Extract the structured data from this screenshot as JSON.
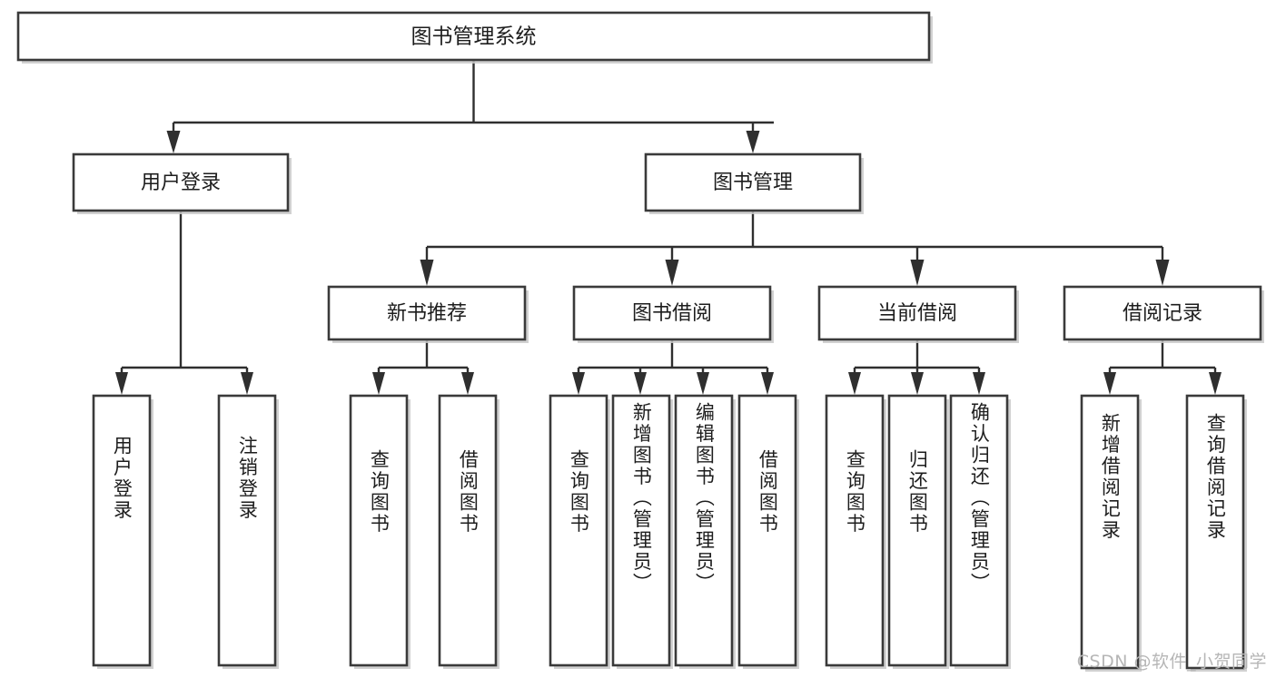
{
  "diagram": {
    "title": "图书管理系统",
    "type": "tree",
    "watermark": "CSDN @软件_小贺同学",
    "colors": {
      "box_stroke": "#3a3a3a",
      "connector": "#2f2f2f",
      "background": "#ffffff",
      "text": "#1d1d1d",
      "watermark": "#b6b6b6"
    },
    "root": {
      "label": "图书管理系统"
    },
    "level2": [
      {
        "label": "用户登录"
      },
      {
        "label": "图书管理"
      }
    ],
    "level3": [
      {
        "label": "新书推荐"
      },
      {
        "label": "图书借阅"
      },
      {
        "label": "当前借阅"
      },
      {
        "label": "借阅记录"
      }
    ],
    "groups": [
      {
        "parent": "用户登录",
        "leaves": [
          {
            "label": "用户登录"
          },
          {
            "label": "注销登录"
          }
        ]
      },
      {
        "parent": "新书推荐",
        "leaves": [
          {
            "label": "查询图书"
          },
          {
            "label": "借阅图书"
          }
        ]
      },
      {
        "parent": "图书借阅",
        "leaves": [
          {
            "label": "查询图书"
          },
          {
            "label": "新增图书（管理员）"
          },
          {
            "label": "编辑图书（管理员）"
          },
          {
            "label": "借阅图书"
          }
        ]
      },
      {
        "parent": "当前借阅",
        "leaves": [
          {
            "label": "查询图书"
          },
          {
            "label": "归还图书"
          },
          {
            "label": "确认归还（管理员）"
          }
        ]
      },
      {
        "parent": "借阅记录",
        "leaves": [
          {
            "label": "新增借阅记录"
          },
          {
            "label": "查询借阅记录"
          }
        ]
      }
    ]
  }
}
